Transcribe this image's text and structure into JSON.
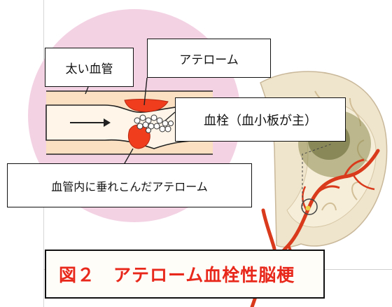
{
  "labels": {
    "thick_vessel": "太い血管",
    "atheroma": "アテローム",
    "thrombus": "血栓（血小板が主）",
    "intravascular_atheroma": "血管内に垂れこんだアテローム"
  },
  "caption": "図２　アテローム血栓性脳梗",
  "colors": {
    "caption_text": "#e8281b",
    "artery": "#d93a1c",
    "plaque": "#ee3d1e",
    "background_circle": "#f2d3e3"
  }
}
